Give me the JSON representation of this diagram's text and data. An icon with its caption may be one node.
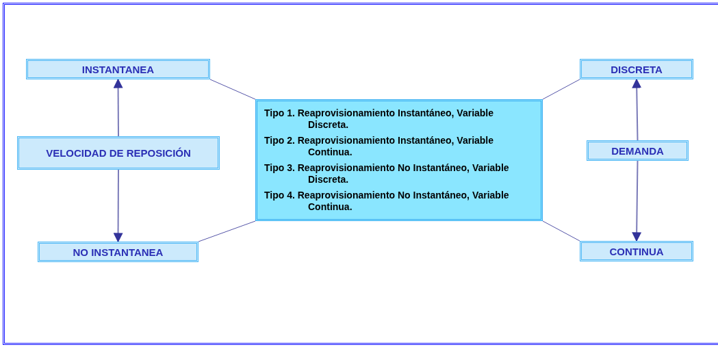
{
  "diagram": {
    "nodes": [
      {
        "text": [
          "INSTANTANEA"
        ]
      },
      {
        "text": [
          "DISCRETA"
        ]
      },
      {
        "text": [
          "VELOCIDAD DE REPOSICIÓN"
        ]
      },
      {
        "text": [
          "Tipo 1. Reaprovisionamiento Instantáneo, Variable Discreta.",
          "Tipo 2. Reaprovisionamiento Instantáneo, Variable Continua.",
          "Tipo 3. Reaprovisionamiento No Instantáneo, Variable Discreta.",
          "Tipo 4. Reaprovisionamiento No Instantáneo, Variable Continua."
        ]
      },
      {
        "text": [
          "DEMANDA"
        ]
      },
      {
        "text": [
          "NO INSTANTANEA"
        ]
      },
      {
        "text": [
          "CONTINUA"
        ]
      }
    ],
    "edges": [
      {
        "from": 2,
        "to": 0,
        "arrow": "to"
      },
      {
        "from": 2,
        "to": 5,
        "arrow": "to"
      },
      {
        "from": 4,
        "to": 1,
        "arrow": "to"
      },
      {
        "from": 4,
        "to": 6,
        "arrow": "to"
      },
      {
        "from": 3,
        "to": 0,
        "arrow": "none"
      },
      {
        "from": 3,
        "to": 1,
        "arrow": "none"
      },
      {
        "from": 3,
        "to": 5,
        "arrow": "none"
      },
      {
        "from": 3,
        "to": 6,
        "arrow": "none"
      }
    ]
  }
}
